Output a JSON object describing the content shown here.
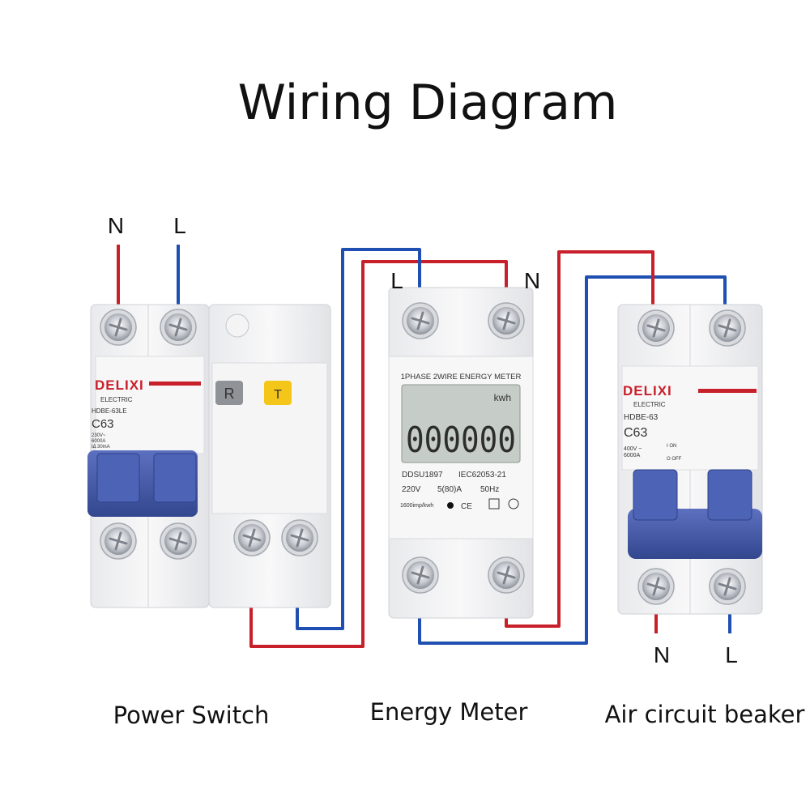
{
  "title": "Wiring Diagram",
  "colors": {
    "neutral_wire": "#c8202a",
    "live_wire": "#1f4fb0",
    "handle": "#3f56a8",
    "brand": "#c8202a"
  },
  "power_switch": {
    "caption": "Power Switch",
    "terminal_labels": [
      "N",
      "L"
    ],
    "brand": "DELIXI",
    "sub": "ELECTRIC",
    "model": "HDBE-63LE",
    "rating": "C63",
    "specs": [
      "230V~",
      "6000A",
      "IΔ 30mA"
    ],
    "test_buttons": [
      "R",
      "T"
    ]
  },
  "energy_meter": {
    "caption": "Energy Meter",
    "terminal_labels": [
      "L",
      "N"
    ],
    "header": "1PHASE 2WIRE ENERGY METER",
    "unit": "kwh",
    "reading": "000000",
    "model": "DDSU1897",
    "standard": "IEC62053-21",
    "voltage": "220V",
    "current": "5(80)A",
    "frequency": "50Hz",
    "impulse": "1600imp/kwh",
    "marks": "CE"
  },
  "circuit_breaker": {
    "caption": "Air circuit beaker",
    "terminal_labels": [
      "N",
      "L"
    ],
    "brand": "DELIXI",
    "sub": "ELECTRIC",
    "model": "HDBE-63",
    "rating": "C63",
    "specs": [
      "400V ~",
      "6000A"
    ],
    "switch_marks": [
      "I ON",
      "O OFF"
    ]
  }
}
